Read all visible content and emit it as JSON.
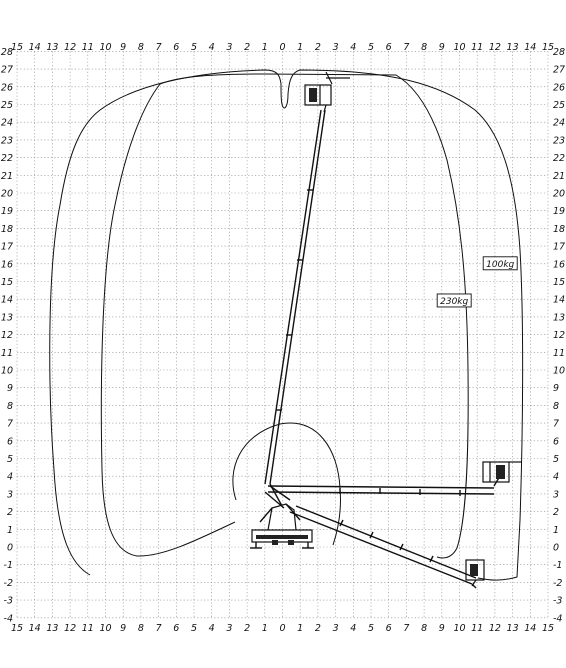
{
  "chart_data": {
    "type": "diagram",
    "x_ticks": [
      "15",
      "14",
      "13",
      "12",
      "11",
      "10",
      "9",
      "8",
      "7",
      "6",
      "5",
      "4",
      "3",
      "2",
      "1",
      "0",
      "1",
      "2",
      "3",
      "4",
      "5",
      "6",
      "7",
      "8",
      "9",
      "10",
      "11",
      "12",
      "13",
      "14",
      "15"
    ],
    "y_ticks": [
      "28",
      "27",
      "26",
      "25",
      "24",
      "23",
      "22",
      "21",
      "20",
      "19",
      "18",
      "17",
      "16",
      "15",
      "14",
      "13",
      "12",
      "11",
      "10",
      "9",
      "8",
      "7",
      "6",
      "5",
      "4",
      "3",
      "2",
      "1",
      "0",
      "-1",
      "-2",
      "-3",
      "-4"
    ],
    "xlim": [
      -15,
      15
    ],
    "ylim": [
      -4,
      28
    ],
    "grid": true,
    "envelopes": [
      {
        "label": "100kg",
        "label_pos": [
          12.3,
          16
        ]
      },
      {
        "label": "230kg",
        "label_pos": [
          9.7,
          13.9
        ]
      }
    ]
  },
  "colors": {
    "line": "#111111",
    "grid": "#8a8a8a",
    "background": "#ffffff"
  }
}
